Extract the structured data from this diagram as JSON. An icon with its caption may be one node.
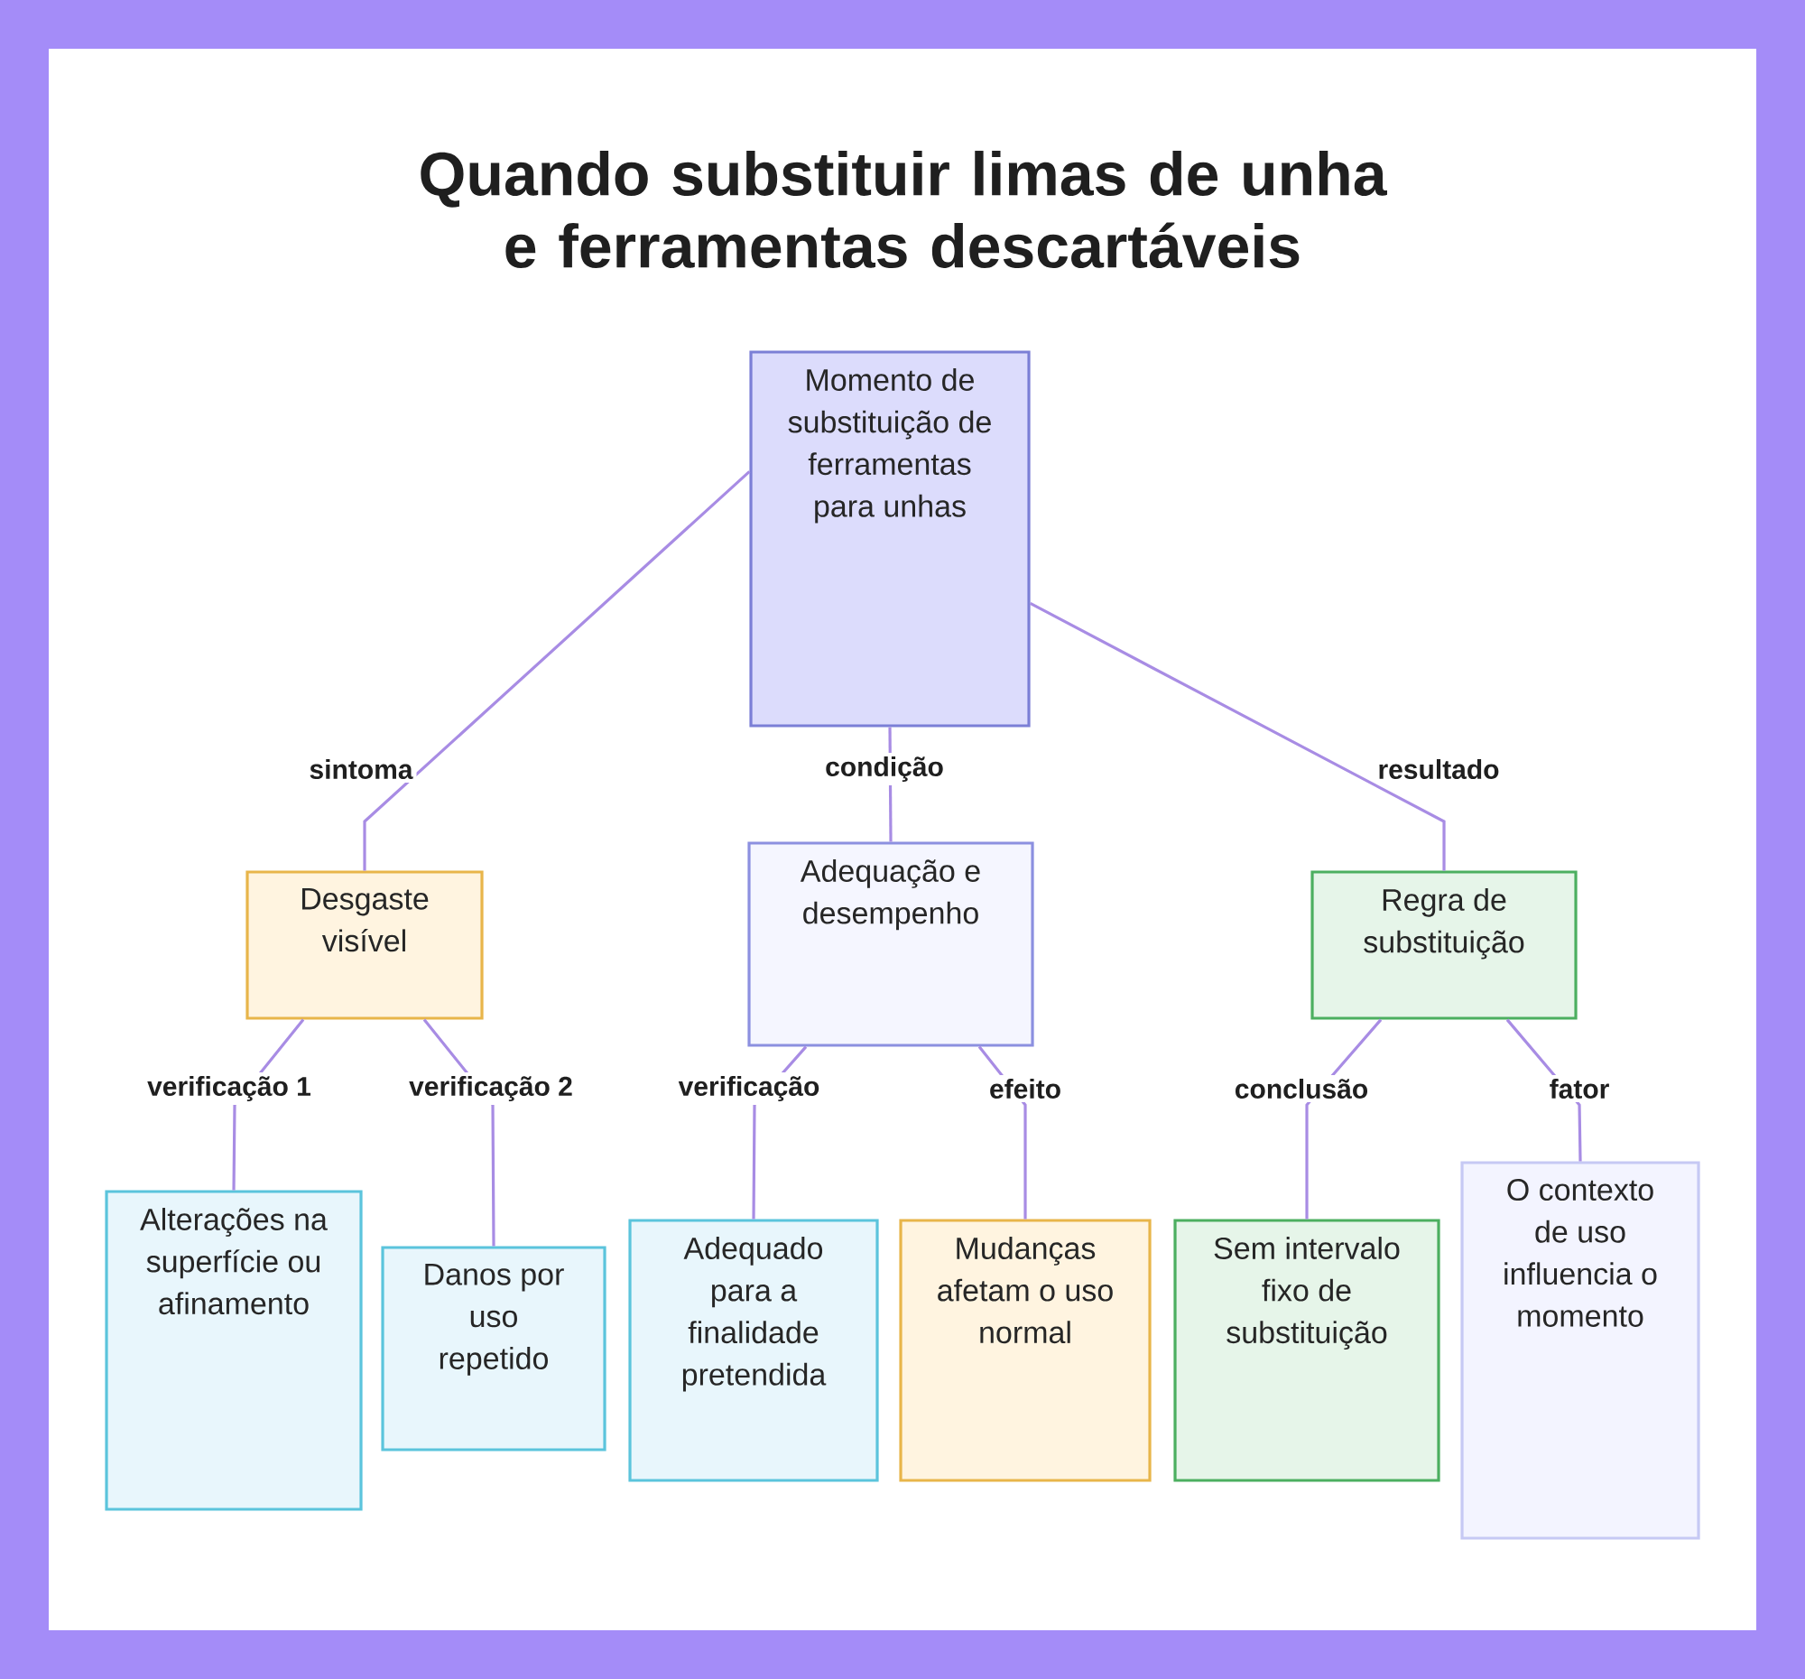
{
  "diagram": {
    "title": "Quando substituir limas de unha e ferramentas descartáveis",
    "nodes": [
      {
        "text": [
          "Momento de substituição de ferramentas para unhas"
        ]
      },
      {
        "text": [
          "Desgaste visível"
        ]
      },
      {
        "text": [
          "Adequação e desempenho"
        ]
      },
      {
        "text": [
          "Regra de substituição"
        ]
      },
      {
        "text": [
          "Alterações na superfície ou afinamento"
        ]
      },
      {
        "text": [
          "Danos por uso repetido"
        ]
      },
      {
        "text": [
          "Adequado para a finalidade pretendida"
        ]
      },
      {
        "text": [
          "Mudanças afetam o uso normal"
        ]
      },
      {
        "text": [
          "Sem intervalo fixo de substituição"
        ]
      },
      {
        "text": [
          "O contexto de uso influencia o momento"
        ]
      }
    ],
    "edges": [
      {
        "from": 0,
        "to": 1,
        "arrow": "none",
        "label": "sintoma"
      },
      {
        "from": 0,
        "to": 2,
        "arrow": "none",
        "label": "condição"
      },
      {
        "from": 0,
        "to": 3,
        "arrow": "none",
        "label": "resultado"
      },
      {
        "from": 1,
        "to": 4,
        "arrow": "none",
        "label": "verificação 1"
      },
      {
        "from": 1,
        "to": 5,
        "arrow": "none",
        "label": "verificação 2"
      },
      {
        "from": 2,
        "to": 6,
        "arrow": "none",
        "label": "verificação"
      },
      {
        "from": 2,
        "to": 7,
        "arrow": "none",
        "label": "efeito"
      },
      {
        "from": 3,
        "to": 8,
        "arrow": "none",
        "label": "conclusão"
      },
      {
        "from": 3,
        "to": 9,
        "arrow": "none",
        "label": "fator"
      }
    ]
  }
}
